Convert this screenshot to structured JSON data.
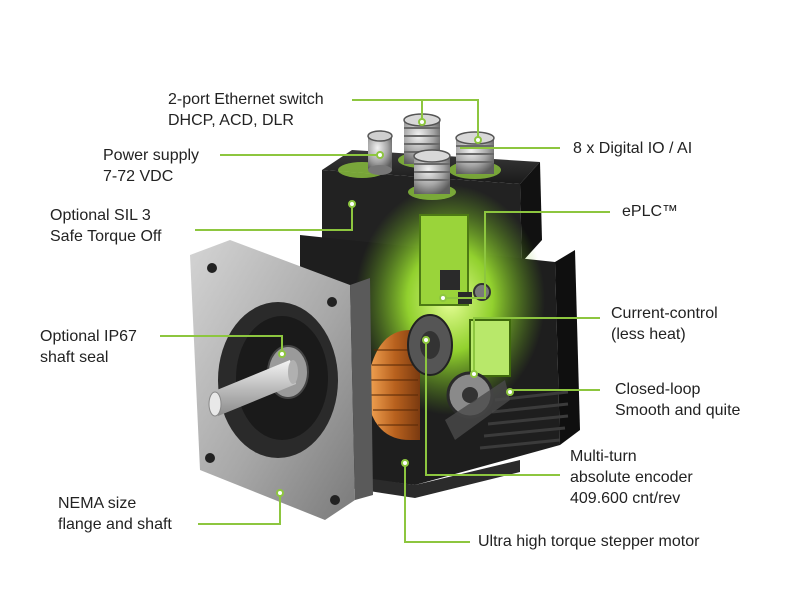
{
  "colors": {
    "callout": "#8dc63f",
    "motor_body": "#1c1c1c",
    "flange": "#ababab",
    "glow": "#b8ff3a",
    "copper": "#c8762a",
    "shaft": "#d9d9d9",
    "background": "#ffffff"
  },
  "callouts": {
    "ethernet": [
      "2-port Ethernet switch",
      "DHCP, ACD, DLR"
    ],
    "power": [
      "Power supply",
      "7-72 VDC"
    ],
    "sil": [
      "Optional SIL 3",
      "Safe Torque Off"
    ],
    "ip67": [
      "Optional IP67",
      "shaft seal"
    ],
    "nema": [
      "NEMA size",
      "flange and shaft"
    ],
    "digital_io": [
      "8 x Digital IO / AI"
    ],
    "eplc": [
      "ePLC™"
    ],
    "current_control": [
      "Current-control",
      "(less heat)"
    ],
    "closed_loop": [
      "Closed-loop",
      "Smooth and quite"
    ],
    "encoder": [
      "Multi-turn",
      "absolute encoder",
      "409.600 cnt/rev"
    ],
    "stepper": [
      "Ultra high torque stepper motor"
    ]
  }
}
